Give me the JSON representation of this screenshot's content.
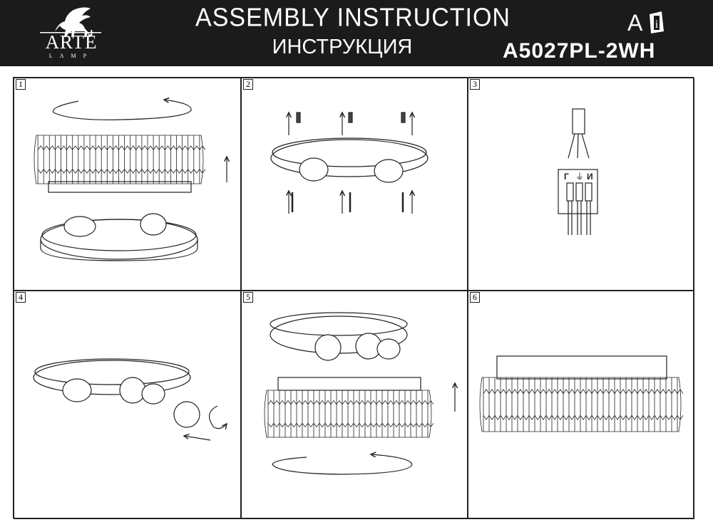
{
  "header": {
    "brand": "ARTE",
    "brand_sub": "LAMP",
    "title": "ASSEMBLY INSTRUCTION",
    "title_ru": "ИНСТРУКЦИЯ",
    "language": "A",
    "model": "A5027PL-2WH"
  },
  "steps": [
    {
      "number": "1"
    },
    {
      "number": "2"
    },
    {
      "number": "3",
      "terminal_labels": [
        "Г",
        "⏚",
        "И"
      ]
    },
    {
      "number": "4"
    },
    {
      "number": "5"
    },
    {
      "number": "6"
    }
  ]
}
